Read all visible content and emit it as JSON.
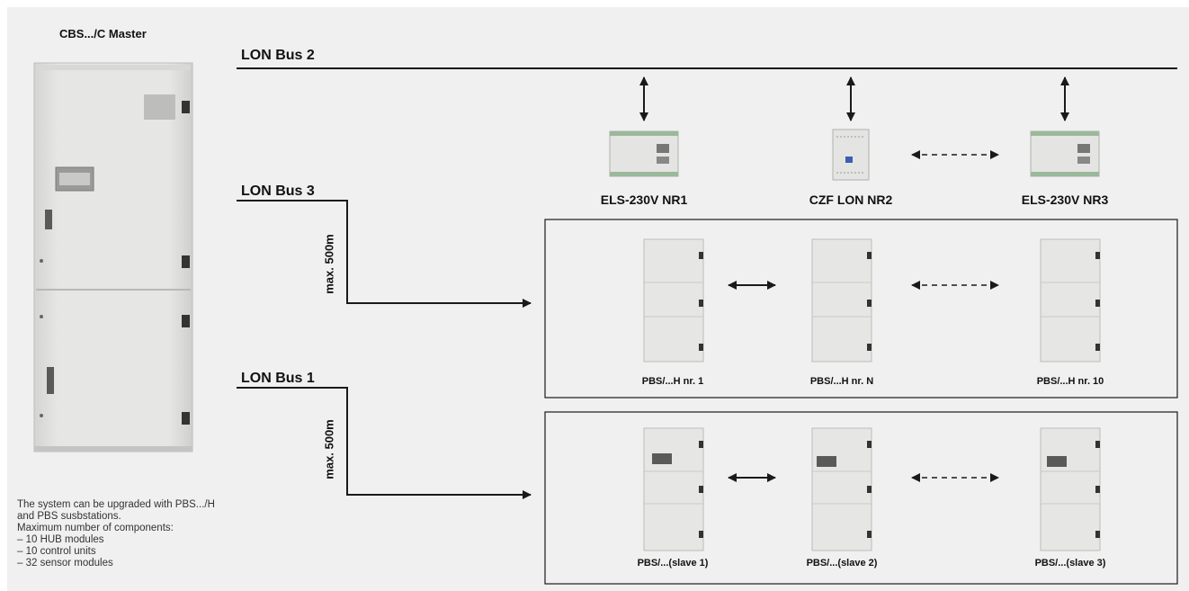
{
  "master": {
    "title": "CBS.../C Master"
  },
  "buses": {
    "bus2": {
      "label": "LON Bus 2"
    },
    "bus3": {
      "label": "LON Bus 3",
      "distance": "max. 500m"
    },
    "bus1": {
      "label": "LON Bus 1",
      "distance": "max. 500m"
    }
  },
  "bus2_devices": [
    {
      "label": "ELS-230V NR1"
    },
    {
      "label": "CZF LON NR2"
    },
    {
      "label": "ELS-230V NR3"
    }
  ],
  "bus3_units": [
    {
      "label": "PBS/...H nr. 1"
    },
    {
      "label": "PBS/...H nr. N"
    },
    {
      "label": "PBS/...H nr. 10"
    }
  ],
  "bus1_units": [
    {
      "label": "PBS/...(slave 1)"
    },
    {
      "label": "PBS/...(slave 2)"
    },
    {
      "label": "PBS/...(slave 3)"
    }
  ],
  "note": {
    "lines": [
      "The system can be upgraded with PBS.../H",
      "and PBS susbstations.",
      "Maximum number of components:",
      "– 10 HUB modules",
      "– 10 control units",
      "– 32 sensor modules"
    ]
  },
  "colors": {
    "background": "#f0f0f0",
    "line": "#1a1a1a",
    "cabinet": "#e2e2e0"
  }
}
